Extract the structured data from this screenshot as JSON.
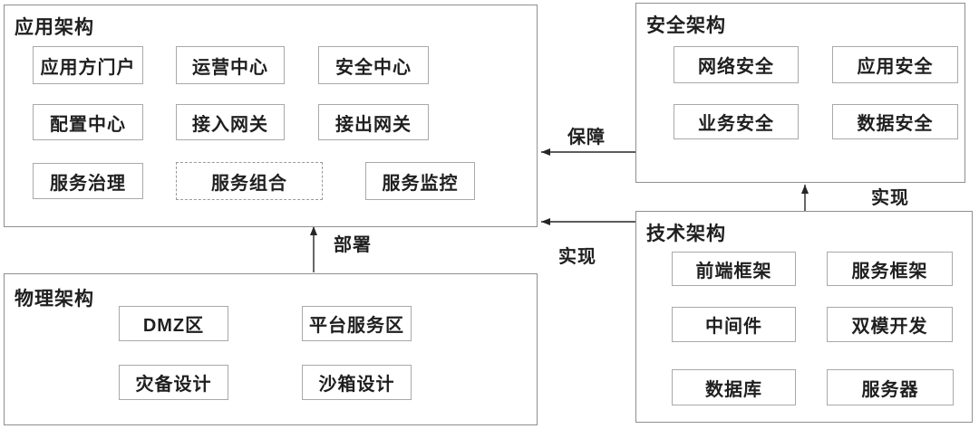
{
  "groups": {
    "application": {
      "title": "应用架构",
      "nodes": [
        {
          "label": "应用方门户"
        },
        {
          "label": "运营中心"
        },
        {
          "label": "安全中心"
        },
        {
          "label": "配置中心"
        },
        {
          "label": "接入网关"
        },
        {
          "label": "接出网关"
        },
        {
          "label": "服务治理"
        },
        {
          "label": "服务组合",
          "border": "dashed"
        },
        {
          "label": "服务监控"
        }
      ]
    },
    "security": {
      "title": "安全架构",
      "nodes": [
        {
          "label": "网络安全"
        },
        {
          "label": "应用安全"
        },
        {
          "label": "业务安全"
        },
        {
          "label": "数据安全"
        }
      ]
    },
    "technology": {
      "title": "技术架构",
      "nodes": [
        {
          "label": "前端框架"
        },
        {
          "label": "服务框架"
        },
        {
          "label": "中间件"
        },
        {
          "label": "双模开发"
        },
        {
          "label": "数据库"
        },
        {
          "label": "服务器"
        }
      ]
    },
    "physical": {
      "title": "物理架构",
      "nodes": [
        {
          "label": "DMZ区"
        },
        {
          "label": "平台服务区"
        },
        {
          "label": "灾备设计"
        },
        {
          "label": "沙箱设计"
        }
      ]
    }
  },
  "arrows": {
    "guarantee": {
      "label": "保障",
      "from": "安全架构",
      "to": "应用架构",
      "direction": "left"
    },
    "realize_application": {
      "label": "实现",
      "from": "技术架构",
      "to": "应用架构",
      "direction": "left"
    },
    "realize_security": {
      "label": "实现",
      "from": "技术架构",
      "to": "安全架构",
      "direction": "up"
    },
    "deploy": {
      "label": "部署",
      "from": "物理架构",
      "to": "应用架构",
      "direction": "up"
    }
  },
  "colors": {
    "background": "#ffffff",
    "group_border": "#8f8f8f",
    "node_border": "#a9a9a9",
    "text": "#1f1f1f",
    "arrow": "#262626"
  }
}
